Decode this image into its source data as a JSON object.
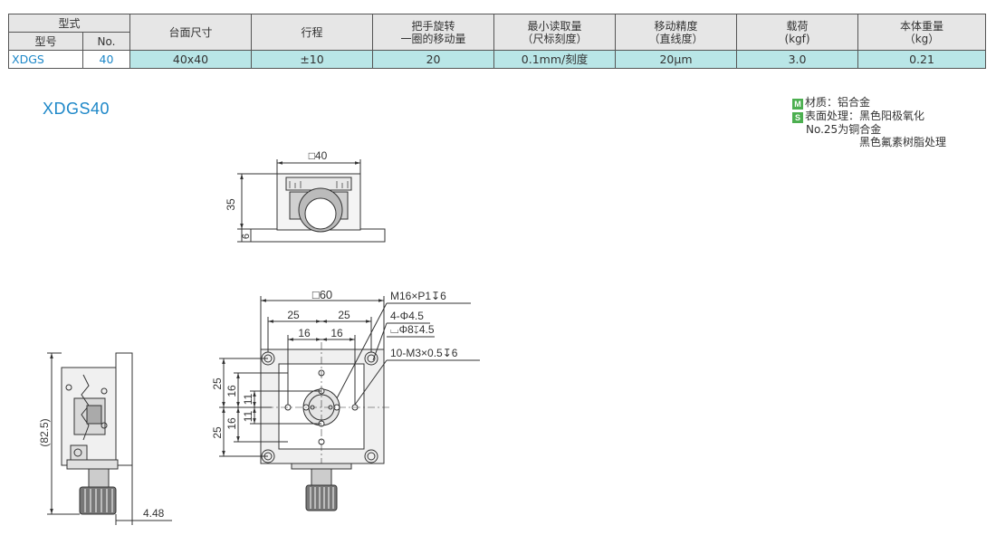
{
  "table": {
    "header": {
      "type_group": "型式",
      "model": "型号",
      "no": "No.",
      "table_size": "台面尺寸",
      "travel": "行程",
      "per_rev_1": "把手旋转",
      "per_rev_2": "一圈的移动量",
      "min_read_1": "最小读取量",
      "min_read_2": "（尺标刻度）",
      "accuracy_1": "移动精度",
      "accuracy_2": "（直线度）",
      "load_1": "载荷",
      "load_2": "(kgf)",
      "weight_1": "本体重量",
      "weight_2": "（kg）"
    },
    "row": {
      "model": "XDGS",
      "no": "40",
      "table_size": "40x40",
      "travel": "±10",
      "per_rev": "20",
      "min_read": "0.1mm/刻度",
      "accuracy": "20μm",
      "load": "3.0",
      "weight": "0.21"
    }
  },
  "title": "XDGS40",
  "notes": {
    "material_badge": "M",
    "material": "材质：铝合金",
    "surface_badge": "S",
    "surface": "表面处理：黑色阳极氧化",
    "copper": "No.25为铜合金",
    "copper_treatment": "黑色氟素树脂处理"
  },
  "drawing": {
    "front_width": "□40",
    "front_height": "35",
    "front_base": "6",
    "top_width": "□60",
    "dim_25_left": "25",
    "dim_25_right": "25",
    "dim_16_left": "16",
    "dim_16_right": "16",
    "callout_1": "M16×P1↧6",
    "callout_2": "4-Φ4.5",
    "callout_3": "⌴Φ8↧4.5",
    "callout_4": "10-M3×0.5↧6",
    "v_25_top": "25",
    "v_16_top": "16",
    "v_11_top": "11",
    "v_11_bottom": "11",
    "v_16_bottom": "16",
    "v_25_bottom": "25",
    "side_height": "(82.5)",
    "side_offset": "4.48"
  }
}
